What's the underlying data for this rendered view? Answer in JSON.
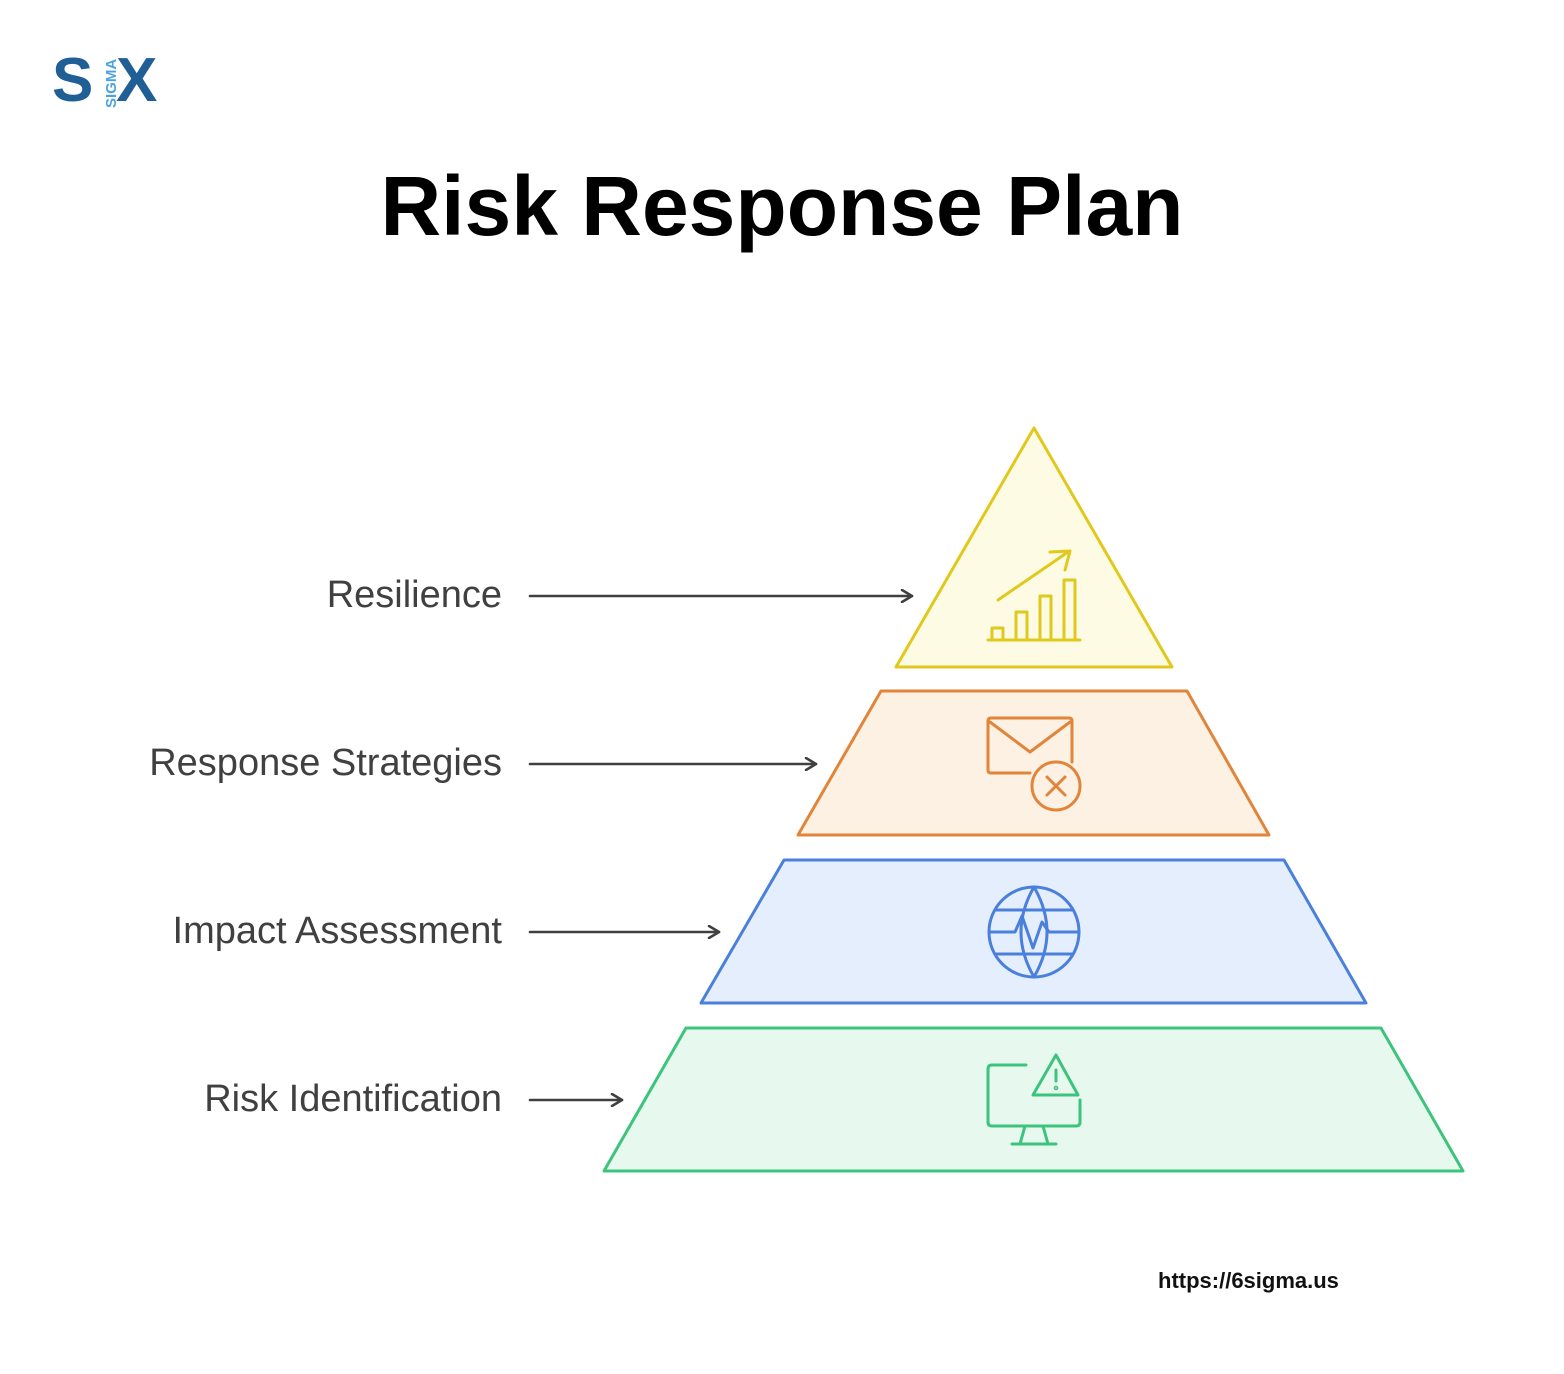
{
  "logo": {
    "letter_s": "S",
    "sigma_text": "SIGMA",
    "letter_x": "X"
  },
  "title": "Risk Response Plan",
  "pyramid": {
    "levels": [
      {
        "label": "Resilience",
        "icon": "growth-chart-icon",
        "stroke": "#e1c81c",
        "fill": "#fdfbe3"
      },
      {
        "label": "Response Strategies",
        "icon": "mail-cancel-icon",
        "stroke": "#e0853a",
        "fill": "#fdf1e4"
      },
      {
        "label": "Impact Assessment",
        "icon": "globe-pulse-icon",
        "stroke": "#4a80dc",
        "fill": "#e5eefc"
      },
      {
        "label": "Risk Identification",
        "icon": "monitor-warning-icon",
        "stroke": "#3dc47c",
        "fill": "#e7f8ef"
      }
    ]
  },
  "footer": {
    "url": "https://6sigma.us"
  }
}
